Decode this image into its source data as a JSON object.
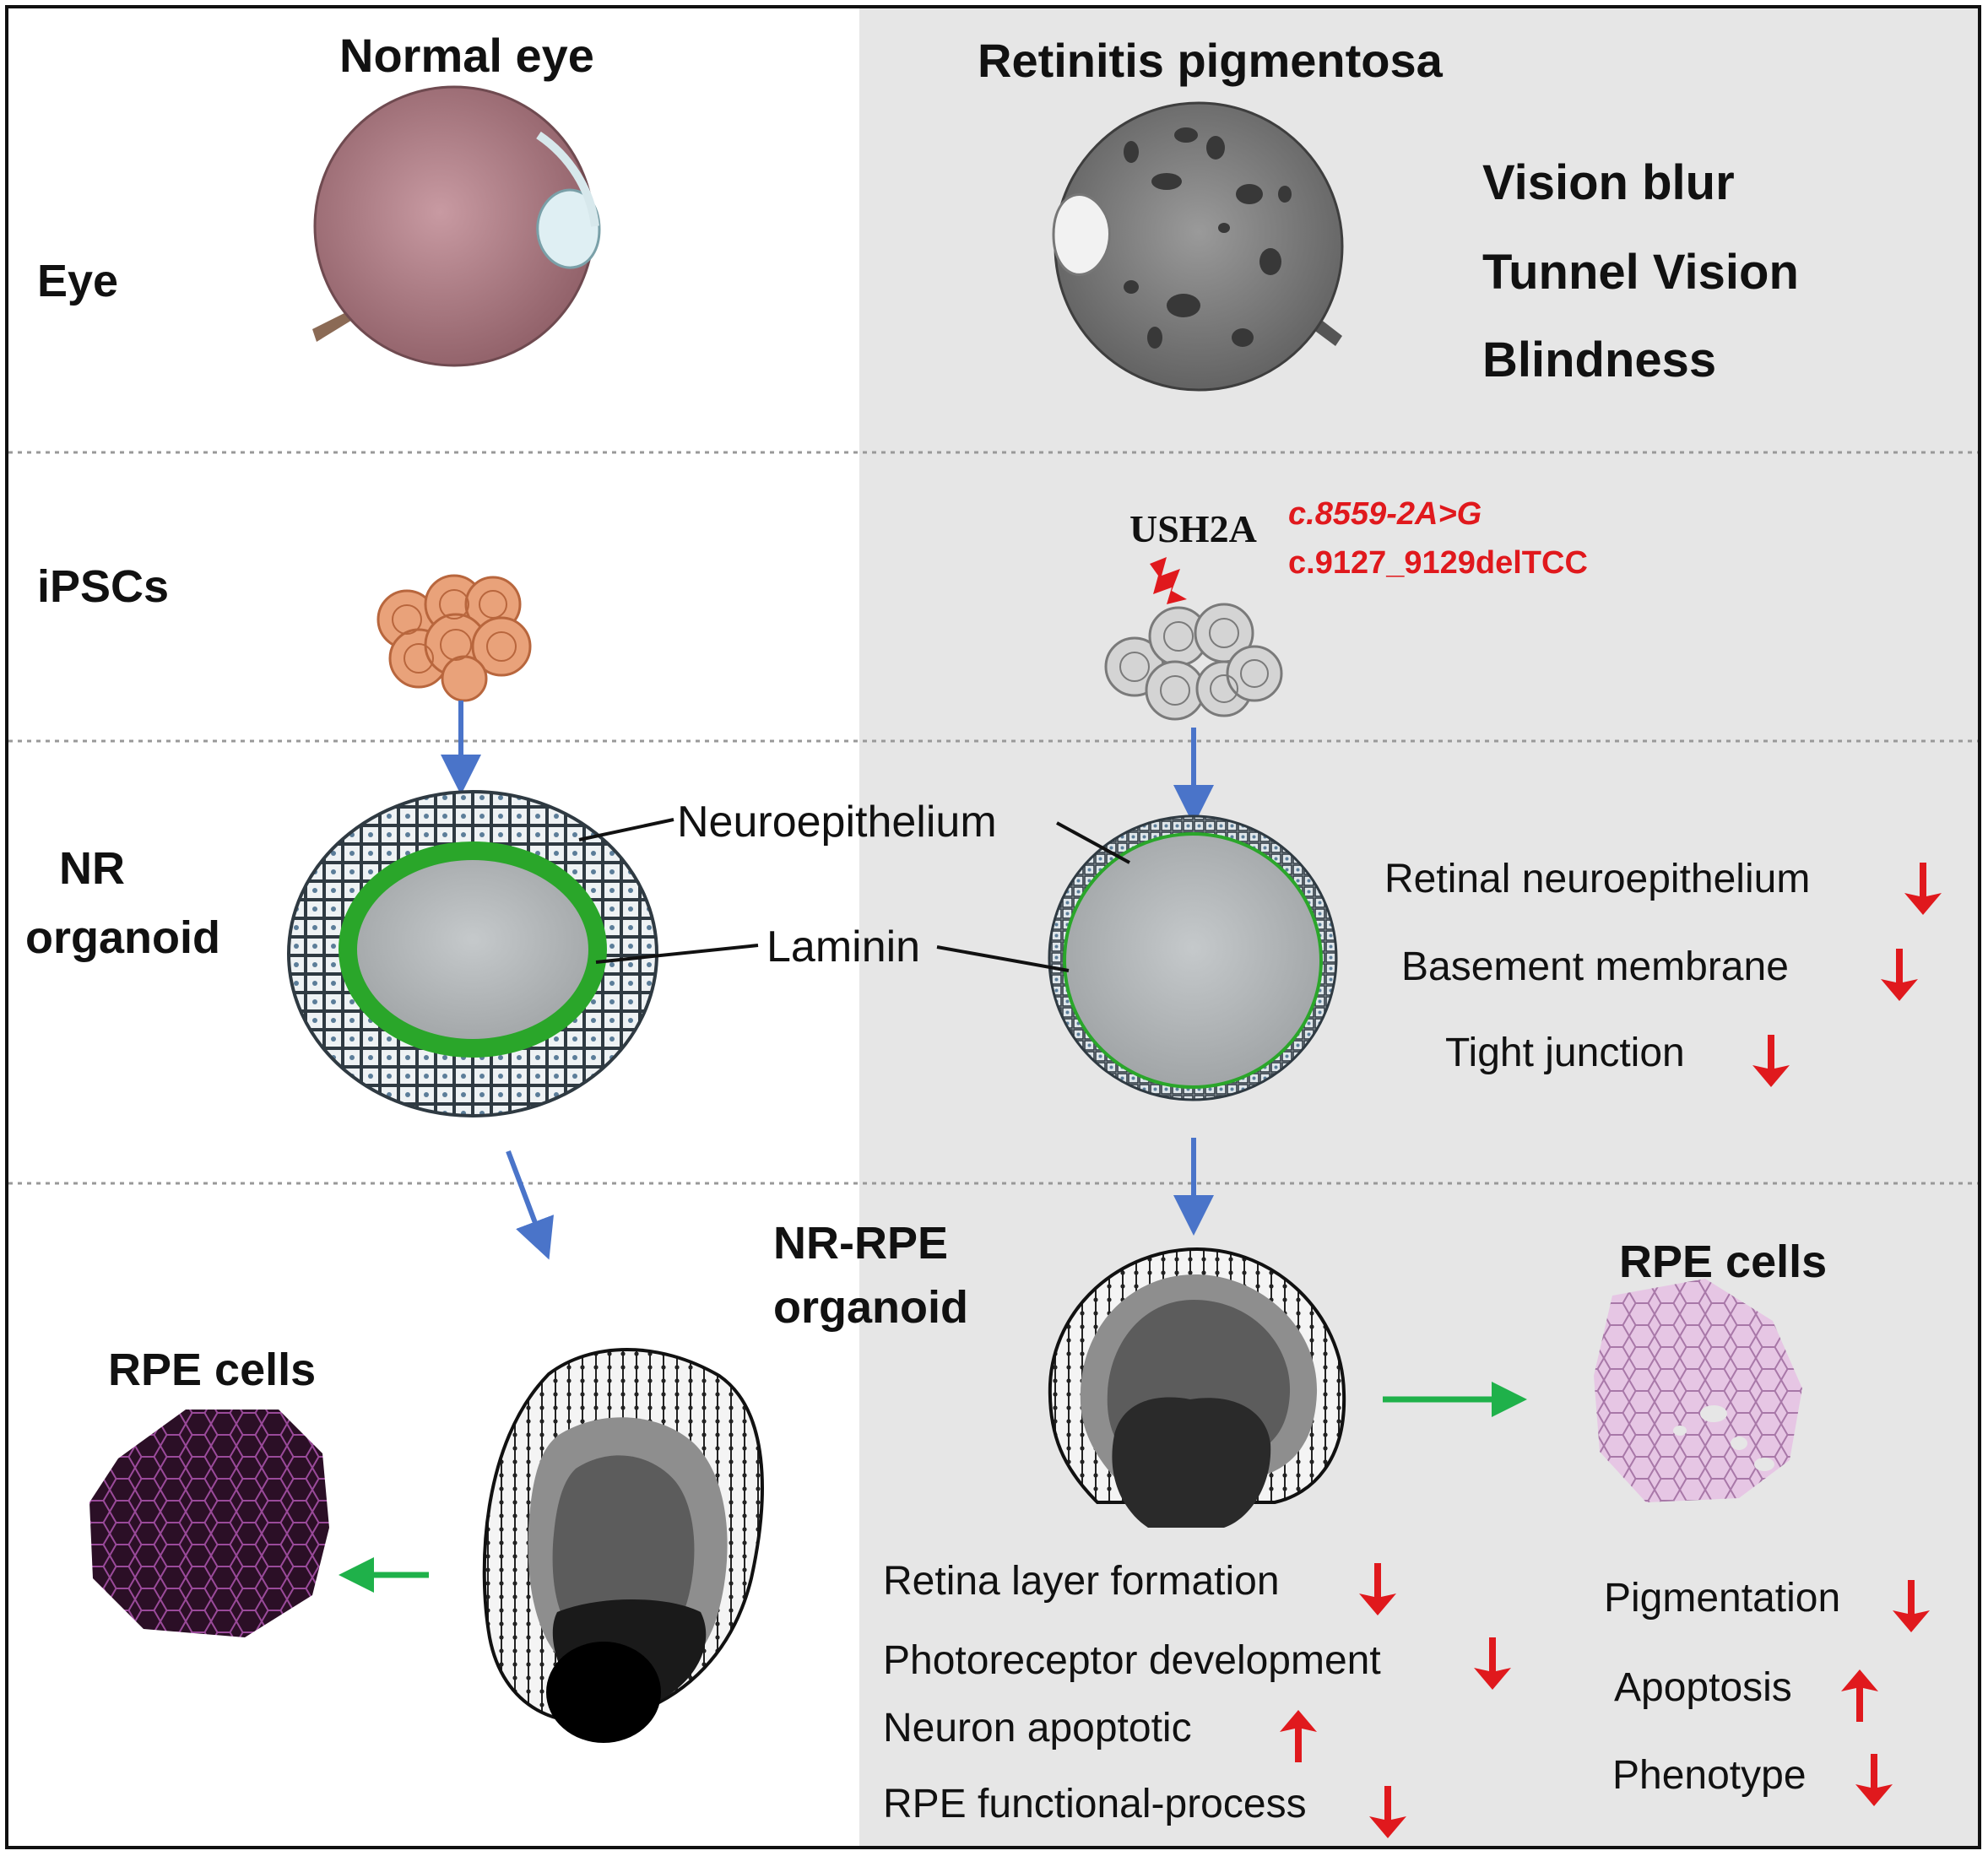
{
  "columns": {
    "normal": "Normal eye",
    "disease": "Retinitis pigmentosa"
  },
  "rows": {
    "eye": "Eye",
    "ipscs": "iPSCs",
    "nr_organoid_line1": "NR",
    "nr_organoid_line2": "organoid",
    "nr_rpe_line1": "NR-RPE",
    "nr_rpe_line2": "organoid"
  },
  "symptoms": [
    "Vision blur",
    "Tunnel Vision",
    "Blindness"
  ],
  "gene": {
    "name": "USH2A",
    "mutation1": "c.8559-2A>G",
    "mutation2": "c.9127_9129delTCC"
  },
  "organoid_labels": {
    "neuroepithelium": "Neuroepithelium",
    "laminin": "Laminin"
  },
  "nr_changes": [
    {
      "label": "Retinal neuroepithelium",
      "direction": "down"
    },
    {
      "label": "Basement membrane",
      "direction": "down"
    },
    {
      "label": "Tight junction",
      "direction": "down"
    }
  ],
  "rpe_cells_label": "RPE cells",
  "nr_rpe_changes": [
    {
      "label": "Retina layer formation",
      "direction": "down"
    },
    {
      "label": "Photoreceptor development",
      "direction": "down"
    },
    {
      "label": "Neuron apoptotic",
      "direction": "up"
    },
    {
      "label": "RPE functional-process",
      "direction": "down"
    }
  ],
  "rpe_changes": [
    {
      "label": "Pigmentation",
      "direction": "down"
    },
    {
      "label": "Apoptosis",
      "direction": "up"
    },
    {
      "label": "Phenotype",
      "direction": "down"
    }
  ],
  "colors": {
    "panel_bg": "#e6e6e6",
    "flow_arrow": "#4a74c9",
    "rpe_arrow": "#1fb14a",
    "change_arrow": "#e0191d",
    "laminin": "#2aa62a",
    "normal_ipsc": "#e9a27a",
    "normal_rpe": "#2b0f26",
    "rp_rpe": "#d8b3d8"
  }
}
